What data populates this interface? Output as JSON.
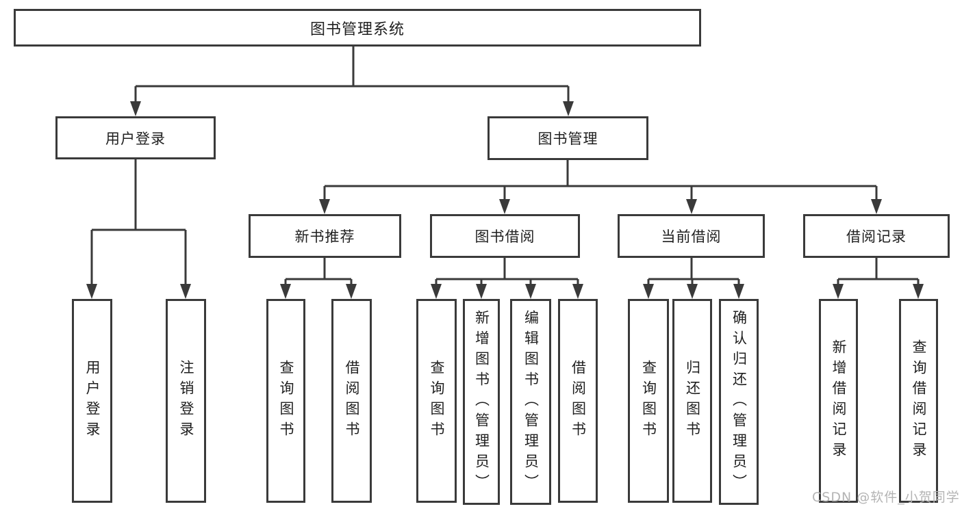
{
  "diagram_type": "tree",
  "colors": {
    "line": "#3a3a3a",
    "box_border": "#3a3a3a",
    "box_background": "#ffffff",
    "text": "#1f1f1f",
    "watermark": "#b4b4b4"
  },
  "tree": {
    "label": "图书管理系统",
    "children": [
      {
        "label": "用户登录",
        "children": [
          {
            "label": "用户登录"
          },
          {
            "label": "注销登录"
          }
        ]
      },
      {
        "label": "图书管理",
        "children": [
          {
            "label": "新书推荐",
            "children": [
              {
                "label": "查询图书"
              },
              {
                "label": "借阅图书"
              }
            ]
          },
          {
            "label": "图书借阅",
            "children": [
              {
                "label": "查询图书"
              },
              {
                "label": "新增图书（管理员）"
              },
              {
                "label": "编辑图书（管理员）"
              },
              {
                "label": "借阅图书"
              }
            ]
          },
          {
            "label": "当前借阅",
            "children": [
              {
                "label": "查询图书"
              },
              {
                "label": "归还图书"
              },
              {
                "label": "确认归还（管理员）"
              }
            ]
          },
          {
            "label": "借阅记录",
            "children": [
              {
                "label": "新增借阅记录"
              },
              {
                "label": "查询借阅记录"
              }
            ]
          }
        ]
      }
    ]
  },
  "watermark": "CSDN @软件_小贺同学"
}
